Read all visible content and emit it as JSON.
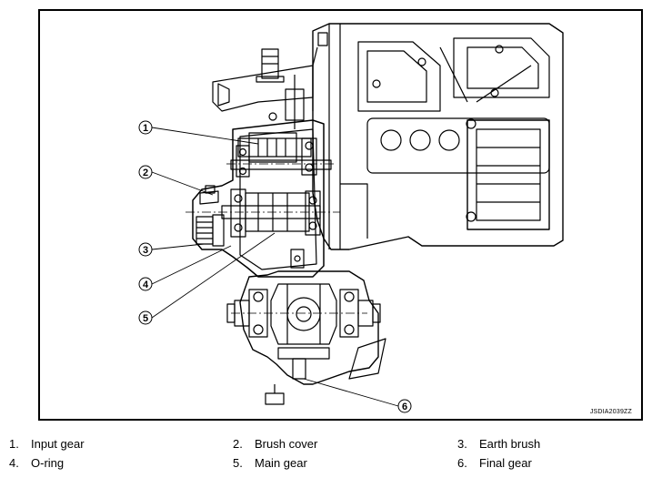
{
  "figure": {
    "code": "JSDIA2039ZZ",
    "callouts": [
      "1",
      "2",
      "3",
      "4",
      "5",
      "6"
    ]
  },
  "legend": [
    {
      "num": "1.",
      "label": "Input gear"
    },
    {
      "num": "2.",
      "label": "Brush cover"
    },
    {
      "num": "3.",
      "label": "Earth brush"
    },
    {
      "num": "4.",
      "label": "O-ring"
    },
    {
      "num": "5.",
      "label": "Main gear"
    },
    {
      "num": "6.",
      "label": "Final gear"
    }
  ]
}
